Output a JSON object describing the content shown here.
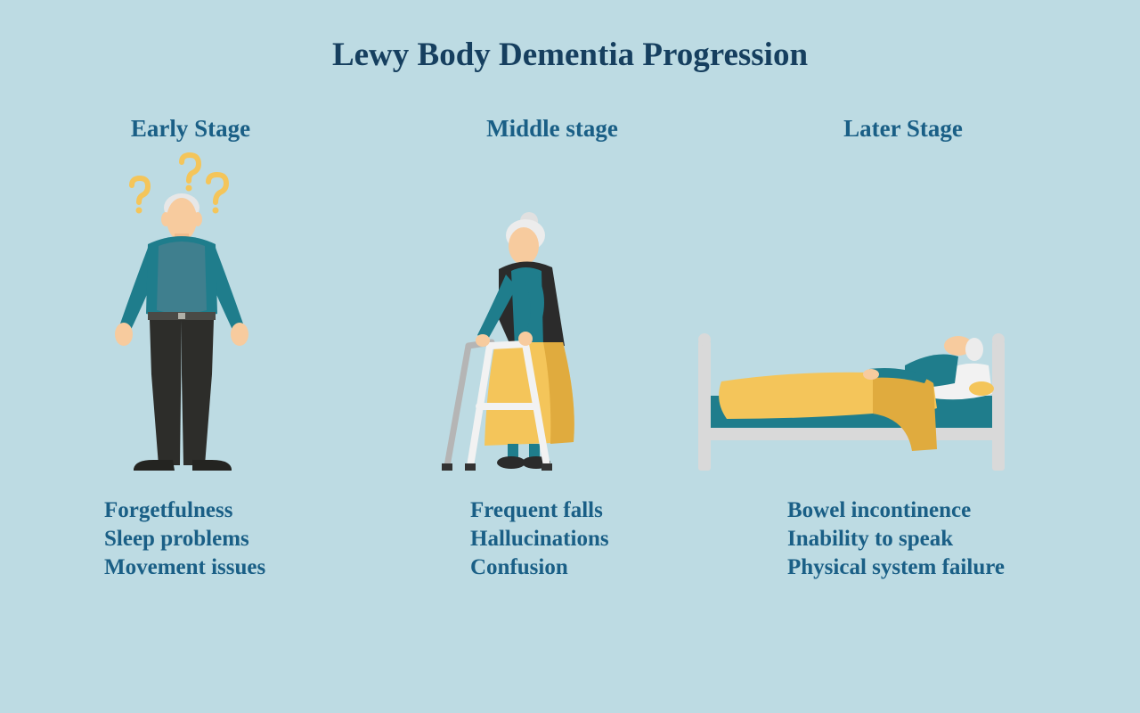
{
  "title": "Lewy Body Dementia Progression",
  "stages": [
    {
      "name": "Early Stage",
      "illustration": "confused-elderly-man-icon",
      "symptoms": [
        "Forgetfulness",
        "Sleep problems",
        "Movement issues"
      ]
    },
    {
      "name": "Middle stage",
      "illustration": "elderly-woman-with-walker-icon",
      "symptoms": [
        "Frequent falls",
        "Hallucinations",
        "Confusion"
      ]
    },
    {
      "name": "Later Stage",
      "illustration": "elderly-person-in-bed-icon",
      "symptoms": [
        "Bowel incontinence",
        "Inability to speak",
        "Physical system failure"
      ]
    }
  ],
  "colors": {
    "background": "#bddbe3",
    "title": "#163f5f",
    "stage_text": "#1a5f86",
    "teal": "#1f7d8c",
    "yellow": "#f4c55a"
  }
}
